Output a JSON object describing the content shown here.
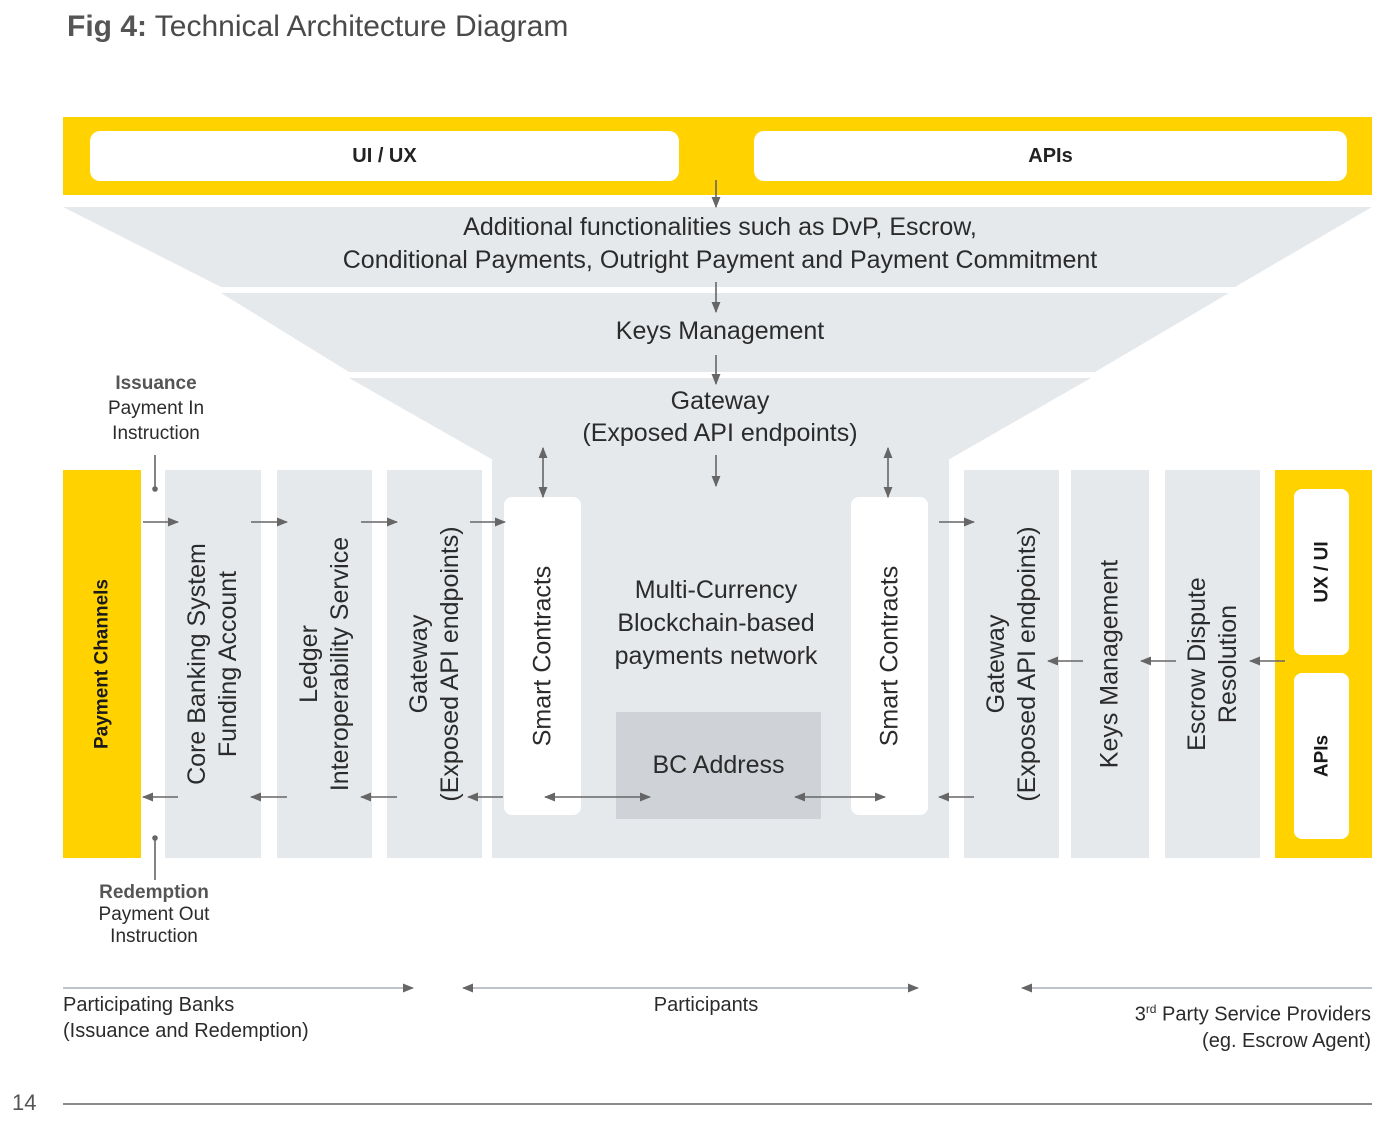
{
  "title": {
    "fig": "Fig 4:",
    "text": "Technical Architecture Diagram"
  },
  "top_bar": {
    "left_label": "UI / UX",
    "right_label": "APIs"
  },
  "layers": {
    "additional": [
      "Additional functionalities such as DvP, Escrow,",
      "Conditional Payments, Outright Payment and Payment Commitment"
    ],
    "keys": "Keys Management",
    "gateway": [
      "Gateway",
      "(Exposed API endpoints)"
    ]
  },
  "issuance": {
    "bold": "Issuance",
    "line1": "Payment In",
    "line2": "Instruction"
  },
  "redemption": {
    "bold": "Redemption",
    "line1": "Payment Out",
    "line2": "Instruction"
  },
  "left_bar": "Payment Channels",
  "columns": {
    "core_banking": [
      "Core Banking System",
      "Funding Account"
    ],
    "ledger": [
      "Ledger",
      "Interoperability Service"
    ],
    "gateway_left": [
      "Gateway",
      "(Exposed API endpoints)"
    ],
    "smart_left": "Smart Contracts",
    "center": [
      "Multi-Currency",
      "Blockchain-based",
      "payments network"
    ],
    "bc_address": "BC Address",
    "smart_right": "Smart Contracts",
    "gateway_right": [
      "Gateway",
      "(Exposed API endpoints)"
    ],
    "keys_right": "Keys Management",
    "escrow": [
      "Escrow Dispute",
      "Resolution"
    ]
  },
  "right_bar": {
    "top": "UX / UI",
    "bottom": "APIs"
  },
  "footer": {
    "left": [
      "Participating Banks",
      "(Issuance and Redemption)"
    ],
    "center": "Participants",
    "right_sup_prefix": "3",
    "right_sup": "rd",
    "right_line1_rest": " Party Service Providers",
    "right_line2": "(eg. Escrow Agent)"
  },
  "page_number": "14",
  "colors": {
    "yellow": "#ffd200",
    "panel": "#e6e9ec",
    "bc_box": "#cfd3d8",
    "arrow": "#666666"
  }
}
